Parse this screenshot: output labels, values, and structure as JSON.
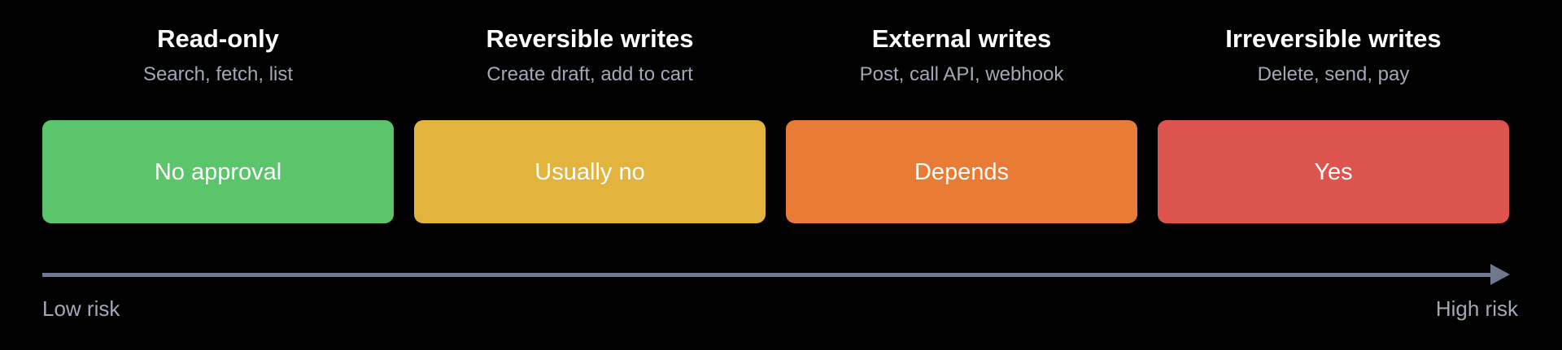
{
  "categories": [
    {
      "title": "Read-only",
      "examples": "Search, fetch, list",
      "approval": "No approval",
      "color": "#5cc46a"
    },
    {
      "title": "Reversible writes",
      "examples": "Create draft, add to cart",
      "approval": "Usually no",
      "color": "#e2b43e"
    },
    {
      "title": "External writes",
      "examples": "Post, call API, webhook",
      "approval": "Depends",
      "color": "#e87c37"
    },
    {
      "title": "Irreversible writes",
      "examples": "Delete, send, pay",
      "approval": "Yes",
      "color": "#dd534e"
    }
  ],
  "axis": {
    "low_label": "Low risk",
    "high_label": "High risk",
    "color": "#6f788e"
  }
}
